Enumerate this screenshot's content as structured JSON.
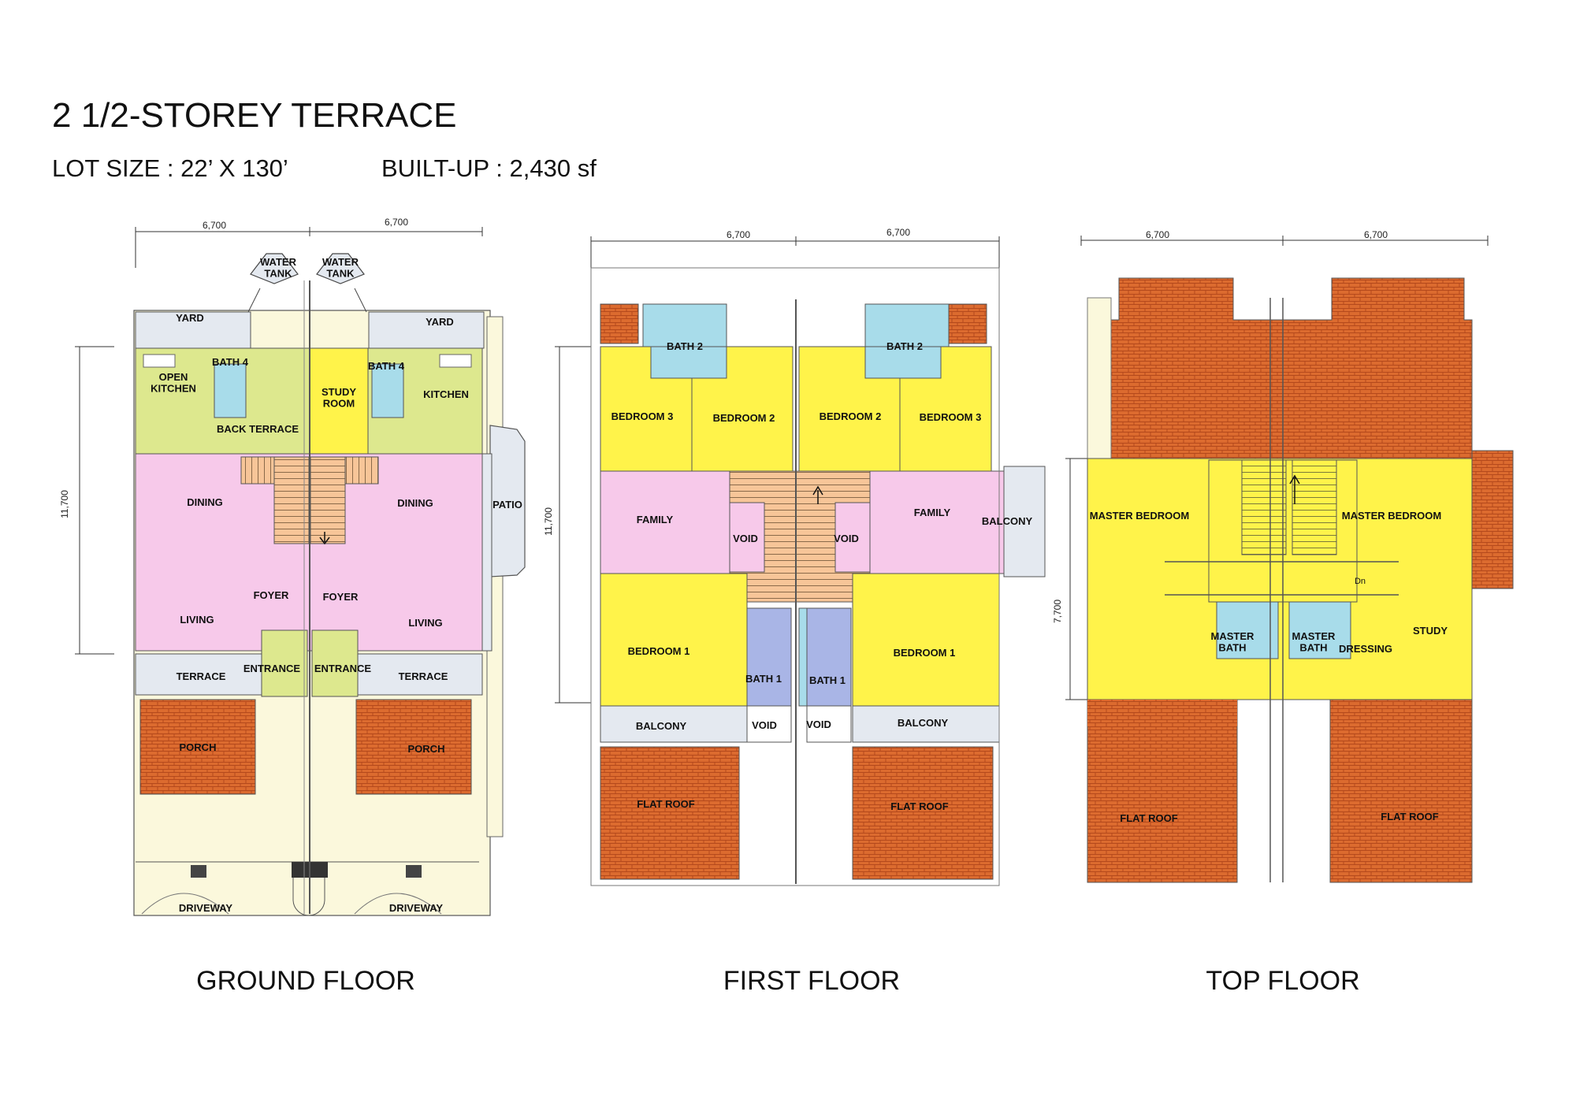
{
  "header": {
    "title": "2 1/2-STOREY TERRACE",
    "lot_size": "LOT SIZE : 22’ X 130’",
    "built_up": "BUILT-UP : 2,430 sf"
  },
  "colors": {
    "living_pink": "#f7c9ea",
    "bedroom_yellow": "#fff34a",
    "kitchen_green": "#dde88e",
    "bath_blue": "#a8dcea",
    "bath_purple": "#a9b5e6",
    "roof_orange": "#dc6b2f",
    "terrace_grey": "#e4e9f0",
    "stair_orange": "#f7c598",
    "site_cream": "#fbf8dc"
  },
  "floors": {
    "ground": {
      "caption": "GROUND FLOOR",
      "dims": {
        "left": "6,700",
        "right": "6,700",
        "depth": "11,700"
      },
      "rooms": {
        "water_tank_l": "WATER\nTANK",
        "water_tank_r": "WATER\nTANK",
        "yard_l": "YARD",
        "yard_r": "YARD",
        "open_kitchen": "OPEN\nKITCHEN",
        "bath4_l": "BATH 4",
        "back_terrace": "BACK TERRACE",
        "study_room": "STUDY\nROOM",
        "bath4_r": "BATH 4",
        "kitchen": "KITCHEN",
        "dining_l": "DINING",
        "dining_r": "DINING",
        "patio": "PATIO",
        "foyer_l": "FOYER",
        "foyer_r": "FOYER",
        "living_l": "LIVING",
        "living_r": "LIVING",
        "entrance_l": "ENTRANCE",
        "entrance_r": "ENTRANCE",
        "terrace_l": "TERRACE",
        "terrace_r": "TERRACE",
        "porch_l": "PORCH",
        "porch_r": "PORCH",
        "driveway_l": "DRIVEWAY",
        "driveway_r": "DRIVEWAY"
      }
    },
    "first": {
      "caption": "FIRST FLOOR",
      "dims": {
        "left": "6,700",
        "right": "6,700",
        "depth": "11,700"
      },
      "rooms": {
        "bath2_l": "BATH 2",
        "bath2_r": "BATH 2",
        "bedroom3_l": "BEDROOM 3",
        "bedroom2_l": "BEDROOM 2",
        "bedroom2_r": "BEDROOM 2",
        "bedroom3_r": "BEDROOM 3",
        "family_l": "FAMILY",
        "void_l": "VOID",
        "void_r": "VOID",
        "family_r": "FAMILY",
        "balcony_side": "BALCONY",
        "bedroom1_l": "BEDROOM 1",
        "bedroom1_r": "BEDROOM 1",
        "bath1_l": "BATH 1",
        "bath1_r": "BATH 1",
        "balcony_l": "BALCONY",
        "void_front_l": "VOID",
        "void_front_r": "VOID",
        "balcony_r": "BALCONY",
        "flat_roof_l": "FLAT ROOF",
        "flat_roof_r": "FLAT ROOF"
      }
    },
    "top": {
      "caption": "TOP FLOOR",
      "dims": {
        "left": "6,700",
        "right": "6,700",
        "depth": "7,700"
      },
      "rooms": {
        "master_bedroom_l": "MASTER BEDROOM",
        "master_bedroom_r": "MASTER BEDROOM",
        "dn": "Dn",
        "master_bath_l": "MASTER\nBATH",
        "master_bath_r": "MASTER\nBATH",
        "dressing": "DRESSING",
        "study": "STUDY",
        "flat_roof_l": "FLAT ROOF",
        "flat_roof_r": "FLAT ROOF"
      }
    }
  }
}
